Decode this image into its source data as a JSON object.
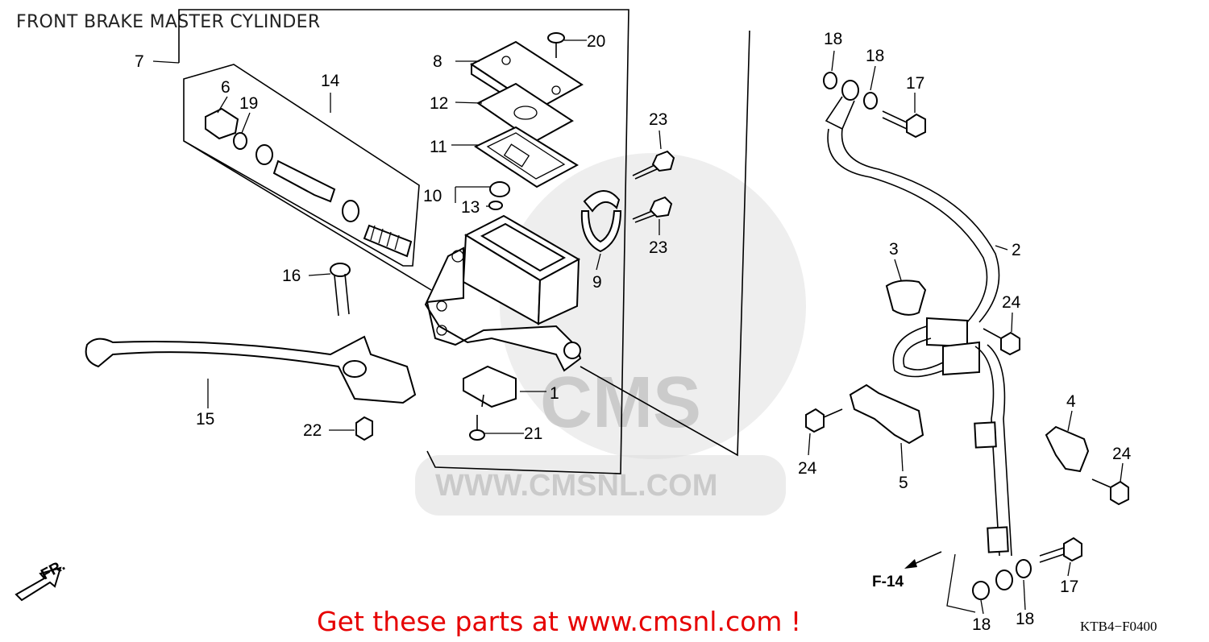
{
  "title": "FRONT BRAKE MASTER CYLINDER",
  "promo": "Get these parts at www.cmsnl.com !",
  "watermark": {
    "logo": "CMS",
    "url": "WWW.CMSNL.COM"
  },
  "diagram_code": "KTB4−F0400",
  "direction": {
    "label": "FR.",
    "ref": "F-14"
  },
  "callouts": {
    "c1": "1",
    "c2": "2",
    "c3": "3",
    "c4": "4",
    "c5": "5",
    "c6": "6",
    "c7": "7",
    "c8": "8",
    "c9": "9",
    "c10": "10",
    "c11": "11",
    "c12": "12",
    "c13": "13",
    "c14": "14",
    "c15": "15",
    "c16": "16",
    "c17a": "17",
    "c17b": "17",
    "c18a": "18",
    "c18b": "18",
    "c18c": "18",
    "c18d": "18",
    "c19": "19",
    "c20": "20",
    "c21": "21",
    "c22": "22",
    "c23a": "23",
    "c23b": "23",
    "c24a": "24",
    "c24b": "24",
    "c24c": "24"
  },
  "colors": {
    "promo": "#e60000",
    "lines": "#000000",
    "watermark": "#bdbdbd"
  }
}
